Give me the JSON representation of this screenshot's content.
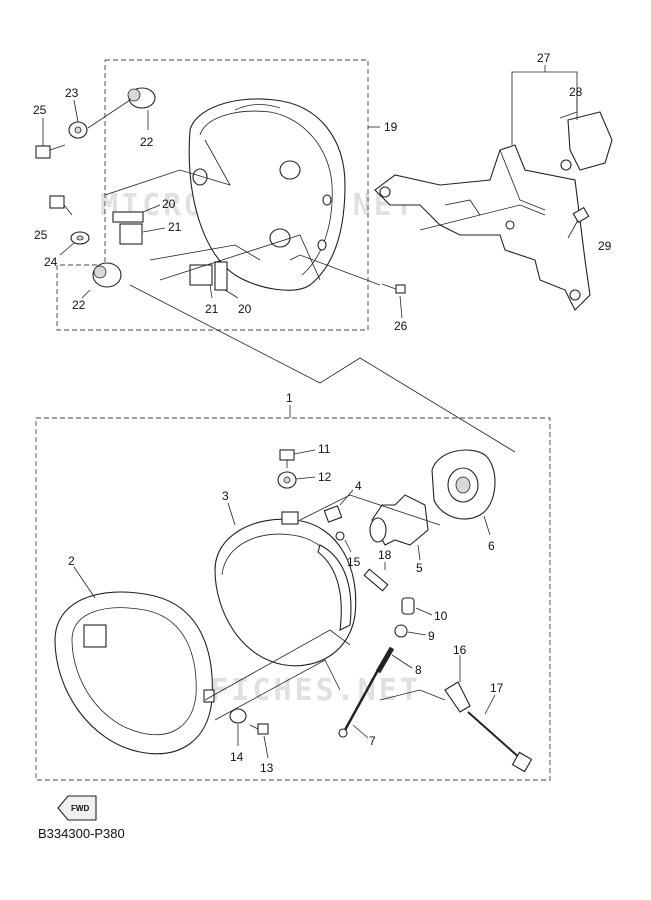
{
  "diagram": {
    "code": "B334300-P380",
    "fwd_label": "FWD",
    "watermark": "MICROFICHES.NET",
    "labels": {
      "p1": "1",
      "p2": "2",
      "p3": "3",
      "p4": "4",
      "p5": "5",
      "p6": "6",
      "p7": "7",
      "p8": "8",
      "p9": "9",
      "p10": "10",
      "p11": "11",
      "p12": "12",
      "p13": "13",
      "p14": "14",
      "p15": "15",
      "p16": "16",
      "p17": "17",
      "p18": "18",
      "p19": "19",
      "p20a": "20",
      "p20b": "20",
      "p21a": "21",
      "p21b": "21",
      "p22a": "22",
      "p22b": "22",
      "p23": "23",
      "p24": "24",
      "p25a": "25",
      "p25b": "25",
      "p26": "26",
      "p27": "27",
      "p28": "28",
      "p29": "29"
    }
  }
}
